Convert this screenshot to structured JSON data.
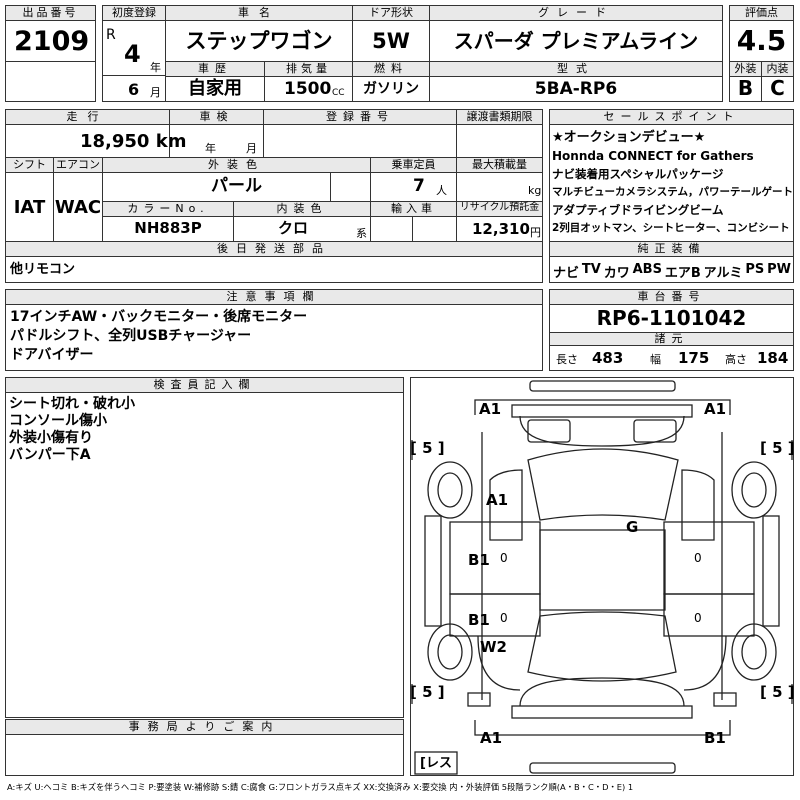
{
  "header": {
    "lot_label": "出品番号",
    "lot_value": "2109",
    "first_reg_label": "初度登録",
    "era_mark": "R",
    "year_value": "4",
    "year_unit": "年",
    "month_value": "6",
    "month_unit": "月",
    "name_label": "車名",
    "name_value": "ステップワゴン",
    "door_label": "ドア形状",
    "door_value": "5W",
    "grade_label": "グレード",
    "grade_value": "スパーダ プレミアムライン",
    "score_label": "評価点",
    "score_value": "4.5",
    "history_label": "車歴",
    "history_value": "自家用",
    "displacement_label": "排気量",
    "displacement_value": "1500",
    "displacement_unit": "CC",
    "fuel_label": "燃料",
    "fuel_value": "ガソリン",
    "model_label": "型式",
    "model_value": "5BA-RP6",
    "exterior_label": "外装",
    "exterior_value": "B",
    "interior_label": "内装",
    "interior_value": "C"
  },
  "row2": {
    "mileage_label": "走行",
    "mileage_value": "18,950 km",
    "inspection_label": "車検",
    "inspection_year": "年",
    "inspection_month": "月",
    "registration_label": "登録番号",
    "transfer_label": "譲渡書類期限",
    "shift_label": "シフト",
    "shift_value": "IAT",
    "ac_label": "エアコン",
    "ac_value": "WAC",
    "color_label": "外装色",
    "color_value": "パール",
    "capacity_label": "乗車定員",
    "capacity_value": "7",
    "capacity_unit": "人",
    "load_label": "最大積載量",
    "load_unit": "kg",
    "color_no_label": "カラーNo.",
    "color_no_value": "NH883P",
    "interior_color_label": "内装色",
    "interior_color_value": "クロ",
    "interior_color_unit": "系",
    "import_label": "輸入車",
    "recycle_label": "リサイクル預託金",
    "recycle_value": "12,310",
    "recycle_unit": "円",
    "later_label": "後日発送部品",
    "later_value": "他リモコン"
  },
  "sales": {
    "title": "セールスポイント",
    "lines": [
      "★オークションデビュー★",
      "Honnda CONNECT for Gathers",
      "ナビ装着用スペシャルパッケージ",
      "マルチビューカメラシステム，パワーテールゲート",
      "アダプティブドライビングビーム",
      "2列目オットマン、シートヒーター、コンビシート"
    ],
    "equip_title": "純正装備",
    "equip": [
      "ナビ",
      "TV",
      "カワ",
      "ABS",
      "エアB",
      "アルミ",
      "PS",
      "PW"
    ]
  },
  "notes": {
    "title": "注意事項欄",
    "lines": [
      "17インチAW・バックモニター・後席モニター",
      "パドルシフト、全列USBチャージャー",
      "ドアバイザー"
    ]
  },
  "chassis": {
    "title": "車台番号",
    "value": "RP6-1101042",
    "dims_title": "諸元",
    "length_label": "長さ",
    "length_value": "483",
    "width_label": "幅",
    "width_value": "175",
    "height_label": "高さ",
    "height_value": "184"
  },
  "inspector": {
    "title": "検査員記入欄",
    "lines": [
      "シート切れ・破れ小",
      "コンソール傷小",
      "外装小傷有り",
      "バンパー下A"
    ]
  },
  "office": {
    "title": "事務局よりご案内"
  },
  "diagram": {
    "marks": [
      "A1",
      "A1",
      "A1",
      "G",
      "B1",
      "B1",
      "W2",
      "A1",
      "B1"
    ],
    "tires": [
      "5",
      "5",
      "5",
      "5"
    ],
    "fuel_label": "レス",
    "spare": [
      "0",
      "0",
      "0",
      "0"
    ]
  },
  "legend": "A:キズ U:ヘコミ B:キズを伴うヘコミ P:要塗装 W:補修跡 S:錆 C:腐食 G:フロントガラス点キズ XX:交換済み X:要交換 内・外装評価 5段階ランク順(A・B・C・D・E) 1"
}
